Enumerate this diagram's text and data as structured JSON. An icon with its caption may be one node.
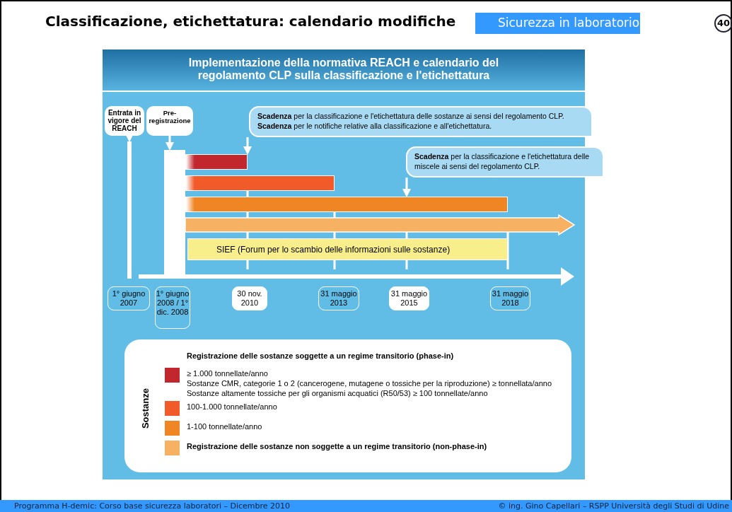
{
  "diagram": {
    "title": "Classificazione, etichettatura: calendario modifiche",
    "nodes": [
      {
        "text": [
          "Entrata in vigore del REACH"
        ]
      },
      {
        "text": [
          "Pre-registrazione"
        ]
      },
      {
        "text": [
          "**Scadenza** per la classificazione e l'etichettatura delle sostanze ai sensi del regolamento CLP.",
          "**Scadenza** per le notifiche relative alla classificazione e all'etichettatura."
        ]
      },
      {
        "text": [
          "**Scadenza** per la classificazione e l'etichettatura delle miscele ai sensi del regolamento CLP."
        ]
      },
      {
        "text": [],
        "shape": "bar"
      },
      {
        "text": [],
        "shape": "bar"
      },
      {
        "text": [],
        "shape": "bar"
      },
      {
        "text": [],
        "shape": "bar"
      },
      {
        "text": [],
        "shape": "bar"
      },
      {
        "text": [],
        "shape": "bar"
      },
      {
        "text": [
          "SIEF (Forum per lo scambio delle informazioni sulle sostanze)"
        ]
      },
      {
        "text": [
          "1° giugno 2007"
        ]
      },
      {
        "text": [
          "1° giugno 2008 / 1° dic. 2008"
        ]
      },
      {
        "text": [
          "30 nov. 2010"
        ]
      },
      {
        "text": [
          "31 maggio 2013"
        ]
      },
      {
        "text": [
          "31 maggio 2015"
        ]
      },
      {
        "text": [
          "31 maggio 2018"
        ]
      }
    ],
    "edges": [
      {
        "from": 0,
        "to": 4,
        "arrow": "to"
      },
      {
        "from": 1,
        "to": 5,
        "arrow": "to"
      },
      {
        "from": 2,
        "to": 6,
        "arrow": "to"
      },
      {
        "from": 3,
        "to": 8,
        "arrow": "to"
      }
    ],
    "labels": [
      "Sicurezza in laboratorio",
      "40",
      "Implementazione della normativa REACH e calendario del regolamento CLP sulla classificazione e l'etichettatura",
      "Registrazione delle sostanze soggette a un regime transitorio (phase-in)",
      "Sostanze",
      "Sostanze CMR, categorie 1 o 2 (cancerogene, mutagene o tossiche per la riproduzione) ≥ tonnellata/anno",
      "Sostanze altamente tossiche per gli organismi acquatici (R50/53) ≥ 100 tonnellate/anno",
      "Programma H-demic: Corso base sicurezza laboratori – Dicembre 2010",
      "© ing. Gino Capellari – RSPP Università degli Studi di Udine"
    ],
    "legend": [
      {
        "text": "≥ 1.000 tonnellate/anno",
        "color": "#c1272d"
      },
      {
        "text": "100-1.000 tonnellate/anno",
        "color": "#f15a29"
      },
      {
        "text": "1-100 tonnellate/anno",
        "color": "#ef8523"
      },
      {
        "text": "Registrazione delle sostanze non soggette a un regime transitorio (non-phase-in)",
        "color": "#f6b163"
      }
    ]
  }
}
